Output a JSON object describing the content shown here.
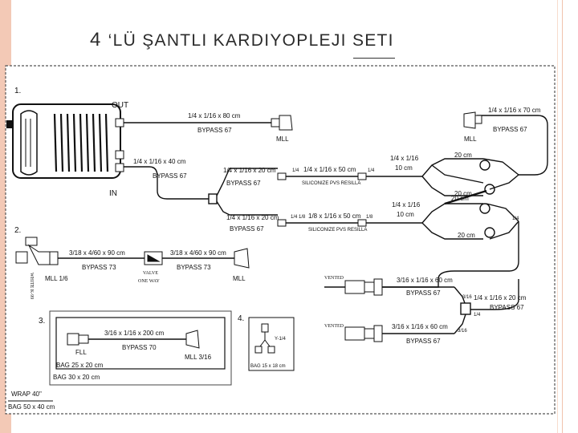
{
  "slide": {
    "number": "4",
    "title": "‘LÜ ŞANTLI KARDIYOPLEJI SETI"
  },
  "diagram": {
    "section_numbers": [
      "1.",
      "2.",
      "3.",
      "4."
    ],
    "s1": {
      "out": "OUT",
      "in": "IN",
      "tube_top": "1/4 x 1/16 x 80 cm",
      "bypass_top": "BYPASS 67",
      "mll_top": "MLL",
      "tube_in": "1/4 x 1/16 x 40 cm",
      "bypass_in": "BYPASS 67",
      "tube_up": "1/4 x 1/16 x 20 cm",
      "bypass_up": "BYPASS 67",
      "tube_up_mid": "1/4 x 1/16 x 50 cm",
      "silicone_up": "SILICONIZE PVS RESILLA",
      "tube_up_right": "1/4 x 1/16",
      "tube_up_right2": "10 cm",
      "tube_low": "1/4 x 1/16 x 20 cm",
      "bypass_low": "BYPASS 67",
      "tube_low_mid": "1/8 x 1/16 x 50 cm",
      "silicone_low": "SILICONIZE PVS RESILLA",
      "tube_low_right": "1/4 x 1/16",
      "tube_low_right2": "10 cm",
      "right_top": "1/4 x 1/16 x 70 cm",
      "bypass_right": "BYPASS 67",
      "mll_right": "MLL",
      "c20a": "20 cm",
      "c20b": "20 cm",
      "c20c": "20 cm",
      "c20d": "20 cm",
      "quarter": "1/4",
      "eighth": "1/8"
    },
    "s2": {
      "tube_a": "3/18 x 4/60 x 90 cm",
      "bypass_a": "BYPASS 73",
      "tube_b": "3/18 x 4/60 x 90 cm",
      "bypass_b": "BYPASS 73",
      "valve": "VALVE",
      "one_way": "ONE WAY",
      "mll_a": "MLL 1/6",
      "mll_b": "MLL",
      "white_cap": "WHITE K-99"
    },
    "right_lower": {
      "vented_a": "VENTED",
      "vented_b": "VENTED",
      "tube_a": "3/16 x 1/16 x 60 cm",
      "bypass_a": "BYPASS 67",
      "tube_b": "3/16 x 1/16 x 60 cm",
      "bypass_b": "BYPASS 67",
      "tube_c": "1/4 x 1/16 x 20 cm",
      "bypass_c": "BYPASS 67",
      "q1": "3/16",
      "q2": "1/4",
      "q3": "3/16"
    },
    "s3": {
      "tube": "3/16 x 1/16 x 200 cm",
      "bypass": "BYPASS 70",
      "fll": "FLL",
      "mll": "MLL 3/16",
      "bag_inner": "BAG 25 x 20 cm",
      "bag_outer": "BAG 30 x 20 cm"
    },
    "s4": {
      "part": "Y-1/4",
      "bag": "BAG 15 x 18 cm"
    },
    "wrap": "WRAP 40\"",
    "bag_main": "BAG 50 x 40 cm"
  }
}
